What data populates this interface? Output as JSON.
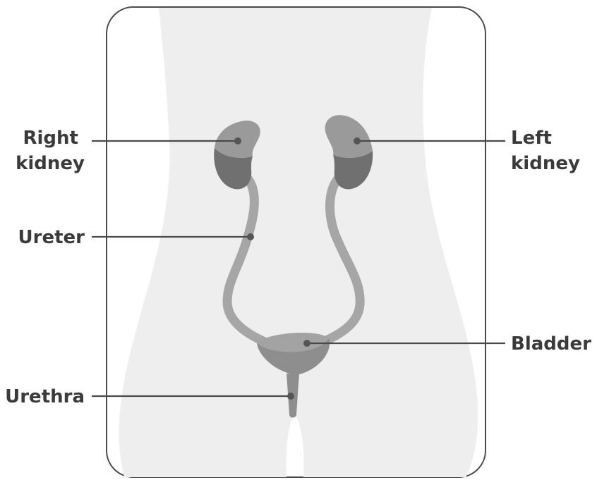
{
  "labels": {
    "right_kidney": [
      "Right",
      "kidney"
    ],
    "left_kidney": [
      "Left",
      "kidney"
    ],
    "ureter": "Ureter",
    "bladder": "Bladder",
    "urethra": "Urethra"
  },
  "colors": {
    "background": "#ffffff",
    "frame": "#4a4a4a",
    "body_silhouette": "#eeeeee",
    "kidney_light": "#9a9a9a",
    "kidney_dark": "#707070",
    "ureter": "#a6a6a6",
    "bladder": "#a3a3a3",
    "label_text": "#3a3a3a"
  }
}
